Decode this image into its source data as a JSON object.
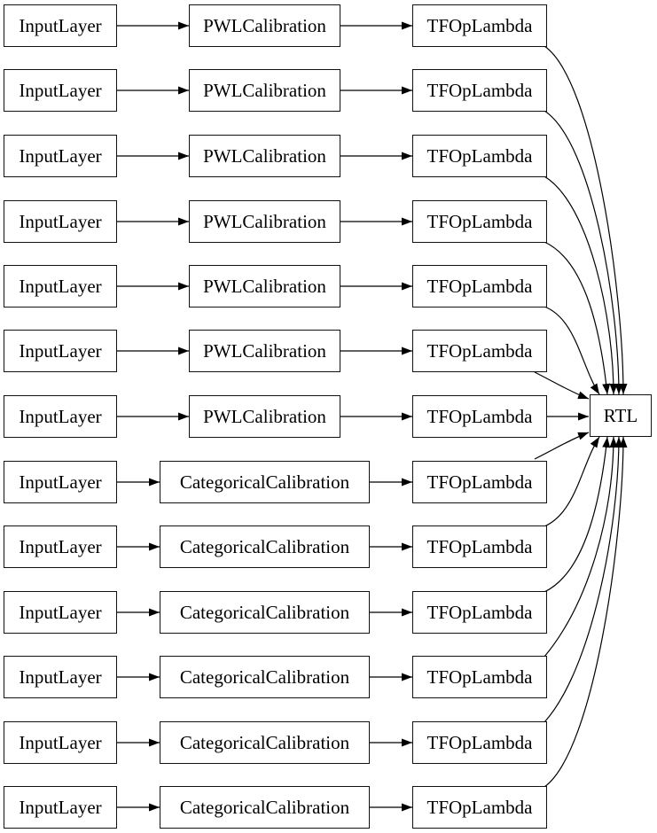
{
  "diagram": {
    "rtl_label": "RTL",
    "rows": [
      {
        "input": "InputLayer",
        "calibration": "PWLCalibration",
        "lambda": "TFOpLambda"
      },
      {
        "input": "InputLayer",
        "calibration": "PWLCalibration",
        "lambda": "TFOpLambda"
      },
      {
        "input": "InputLayer",
        "calibration": "PWLCalibration",
        "lambda": "TFOpLambda"
      },
      {
        "input": "InputLayer",
        "calibration": "PWLCalibration",
        "lambda": "TFOpLambda"
      },
      {
        "input": "InputLayer",
        "calibration": "PWLCalibration",
        "lambda": "TFOpLambda"
      },
      {
        "input": "InputLayer",
        "calibration": "PWLCalibration",
        "lambda": "TFOpLambda"
      },
      {
        "input": "InputLayer",
        "calibration": "PWLCalibration",
        "lambda": "TFOpLambda"
      },
      {
        "input": "InputLayer",
        "calibration": "CategoricalCalibration",
        "lambda": "TFOpLambda"
      },
      {
        "input": "InputLayer",
        "calibration": "CategoricalCalibration",
        "lambda": "TFOpLambda"
      },
      {
        "input": "InputLayer",
        "calibration": "CategoricalCalibration",
        "lambda": "TFOpLambda"
      },
      {
        "input": "InputLayer",
        "calibration": "CategoricalCalibration",
        "lambda": "TFOpLambda"
      },
      {
        "input": "InputLayer",
        "calibration": "CategoricalCalibration",
        "lambda": "TFOpLambda"
      },
      {
        "input": "InputLayer",
        "calibration": "CategoricalCalibration",
        "lambda": "TFOpLambda"
      }
    ]
  },
  "colors": {
    "background": "#ffffff",
    "node_border": "#111111",
    "edge": "#000000",
    "text": "#000000"
  }
}
